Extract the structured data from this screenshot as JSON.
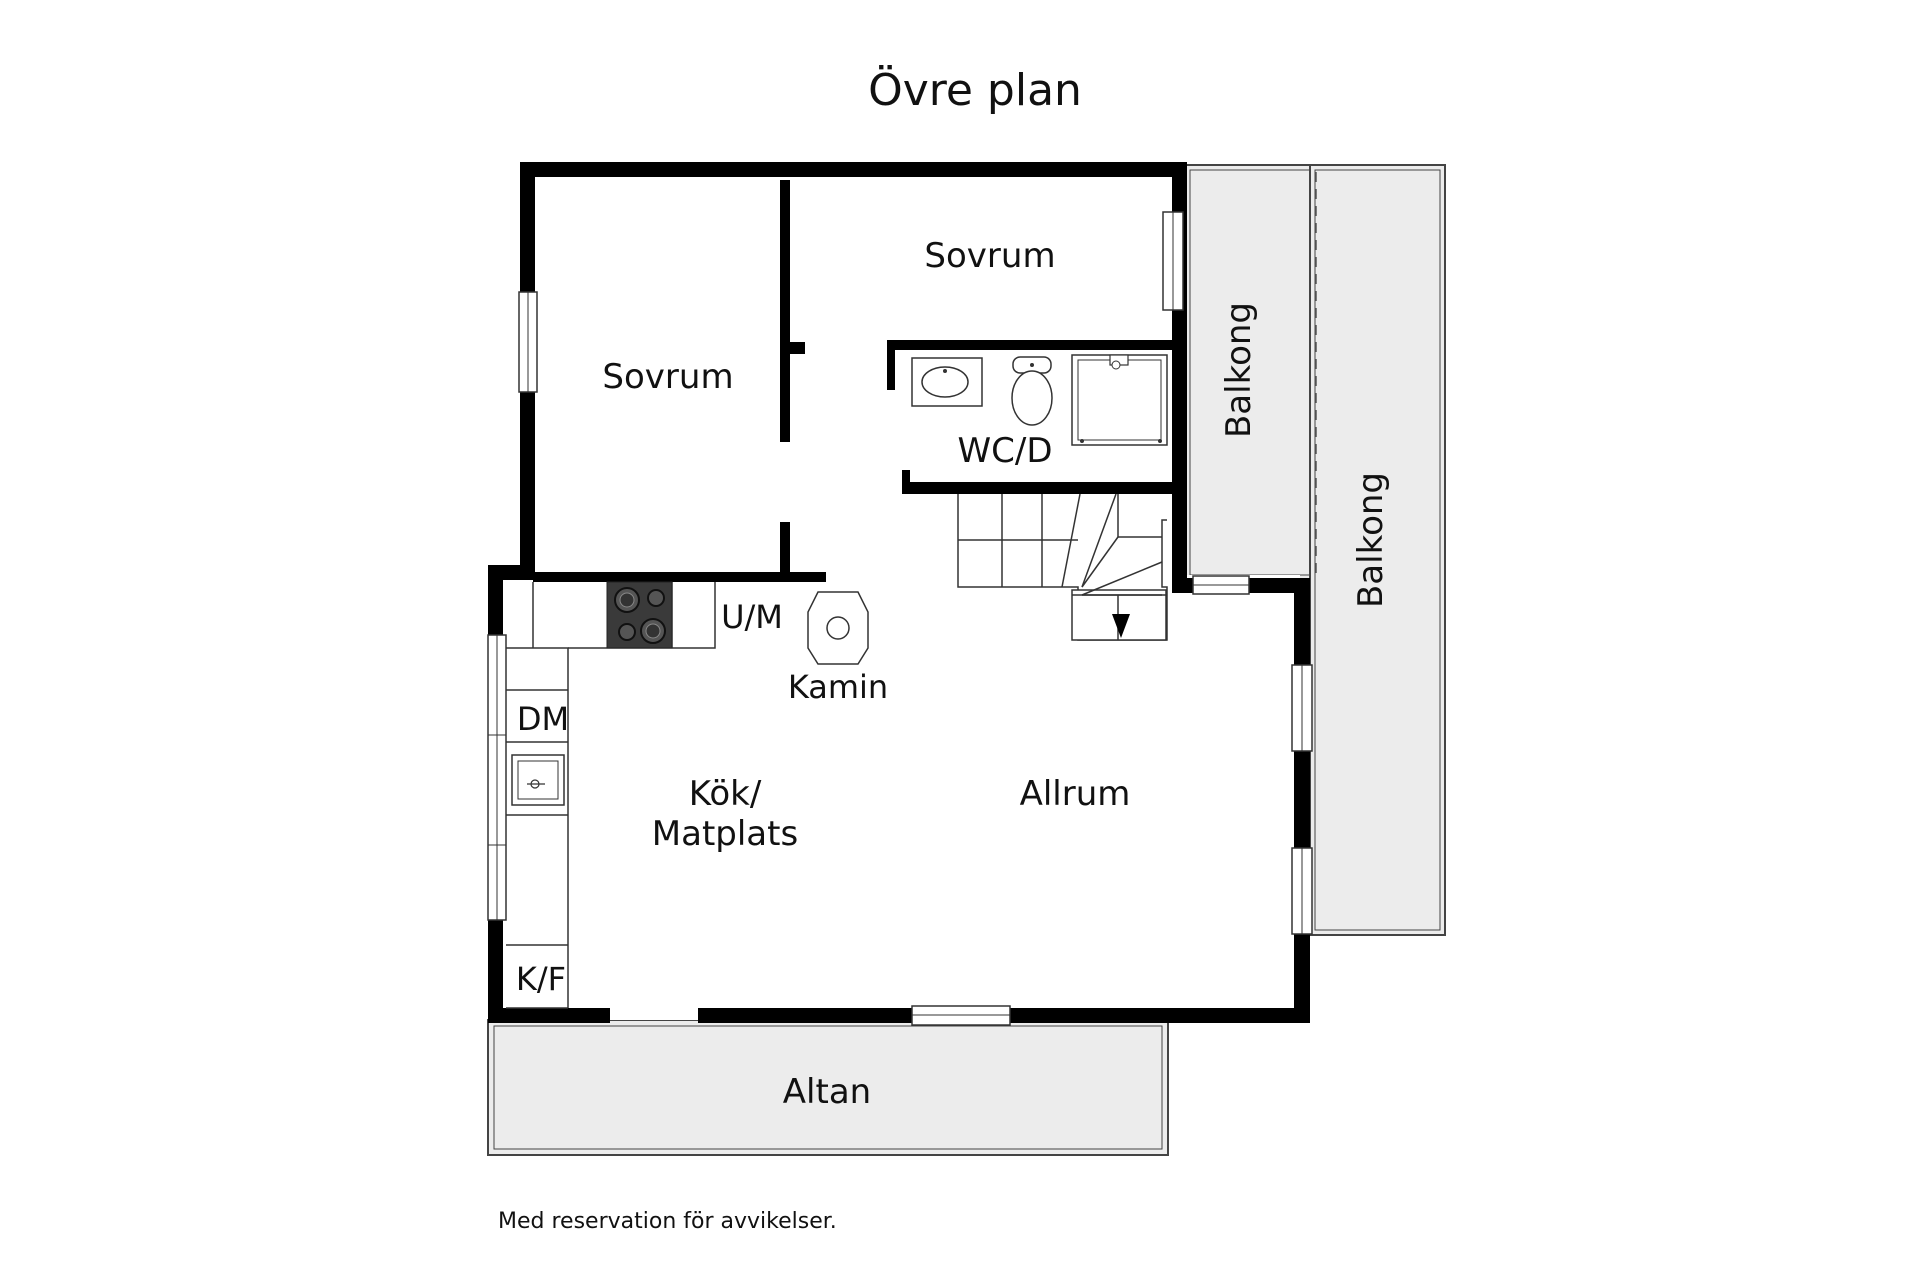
{
  "title": "Övre plan",
  "disclaimer": "Med reservation för avvikelser.",
  "rooms": {
    "sovrum_left": "Sovrum",
    "sovrum_top": "Sovrum",
    "wc": "WC/D",
    "balkong_inner": "Balkong",
    "balkong_outer": "Balkong",
    "kok_line1": "Kök/",
    "kok_line2": "Matplats",
    "allrum": "Allrum",
    "altan": "Altan"
  },
  "fixtures": {
    "um": "U/M",
    "kamin": "Kamin",
    "dm": "DM",
    "kf": "K/F"
  },
  "colors": {
    "wall": "#000000",
    "terrace_fill": "#ececec"
  }
}
